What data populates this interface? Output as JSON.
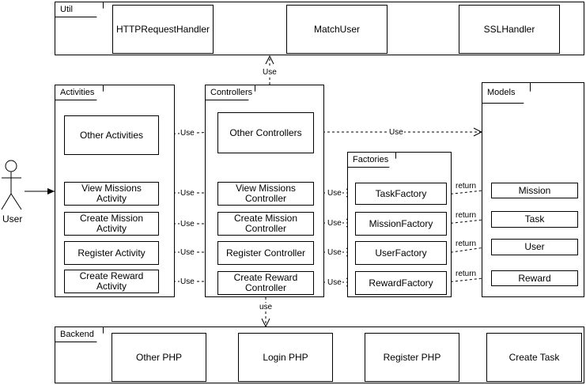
{
  "util": {
    "title": "Util",
    "classes": [
      "HTTPRequestHandler",
      "MatchUser",
      "SSLHandler"
    ]
  },
  "activities": {
    "title": "Activities",
    "items": [
      "Other Activities",
      "View Missions Activity",
      "Create Mission Activity",
      "Register Activity",
      "Create Reward Activity"
    ]
  },
  "controllers": {
    "title": "Controllers",
    "items": [
      "Other Controllers",
      "View Missions Controller",
      "Create Mission Controller",
      "Register Controller",
      "Create Reward Controller"
    ]
  },
  "factories": {
    "title": "Factories",
    "items": [
      "TaskFactory",
      "MissionFactory",
      "UserFactory",
      "RewardFactory"
    ]
  },
  "models": {
    "title": "Models",
    "items": [
      "Mission",
      "Task",
      "User",
      "Reward"
    ]
  },
  "backend": {
    "title": "Backend",
    "items": [
      "Other PHP",
      "Login PHP",
      "Register PHP",
      "Create Task"
    ]
  },
  "actor": {
    "label": "User"
  },
  "edges": {
    "use": "Use",
    "use_lower": "use",
    "return": "return"
  }
}
